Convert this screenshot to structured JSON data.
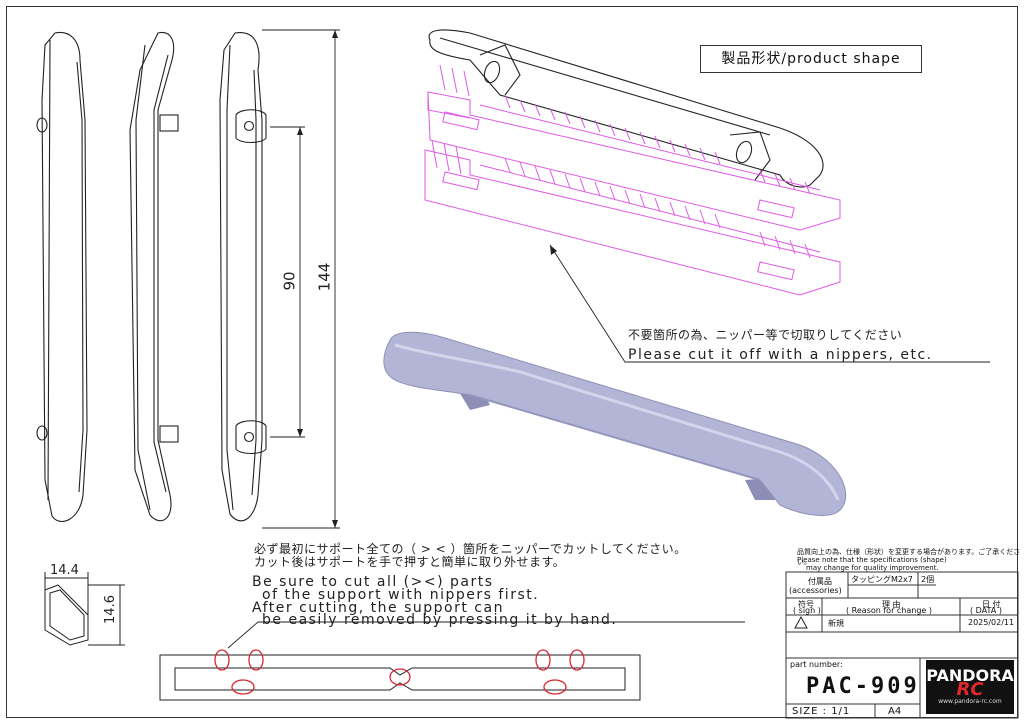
{
  "product_shape_label": "製品形状/product shape",
  "cut_note_jp": "不要箇所の為、ニッパー等で切取りしてください",
  "cut_note_en": "Please cut it off with a nippers, etc.",
  "support_note_jp_1": "必ず最初にサポート全ての（ > < ）箇所をニッパーでカットしてください。",
  "support_note_jp_2": "カット後はサポートを手で押すと簡単に取り外せます。",
  "support_note_en_1": "Be sure to cut all (><) parts",
  "support_note_en_2": "of the support with nippers first.",
  "support_note_en_3": "After cutting, the support can",
  "support_note_en_4": "be easily removed by pressing it by hand.",
  "dimensions": {
    "overall_length": "144",
    "mount_spacing": "90",
    "width": "14.4",
    "height": "14.6"
  },
  "title_block": {
    "spec_note_1": "品質向上の為、仕様（形状）を変更する場合があります。ご了承ください。",
    "spec_note_2": "Please note that the specifications (shape)",
    "spec_note_3": "may change for quality improvement.",
    "accessories_label_jp": "付属品",
    "accessories_label_en": "(accessories)",
    "accessory_item": "タッピングM2x7",
    "accessory_qty": "2個",
    "sign_label_jp": "符号",
    "sign_label_en": "( sign )",
    "reason_label_jp": "理 由",
    "reason_label_en": "( Reason for change )",
    "date_label_jp": "日 付",
    "date_label_en": "( DATA )",
    "revision_reason": "新規",
    "revision_date": "2025/02/11",
    "part_number_label": "part number:",
    "part_number": "PAC-909",
    "size_label": "SIZE : 1/1",
    "paper": "A4"
  },
  "logo": {
    "brand": "PANDORA",
    "sub": "RC",
    "url": "www.pandora-rc.com"
  },
  "colors": {
    "support_magenta": "#e05ae6",
    "render_body": "#aeb0d2",
    "cut_mark_red": "#d9262b"
  }
}
